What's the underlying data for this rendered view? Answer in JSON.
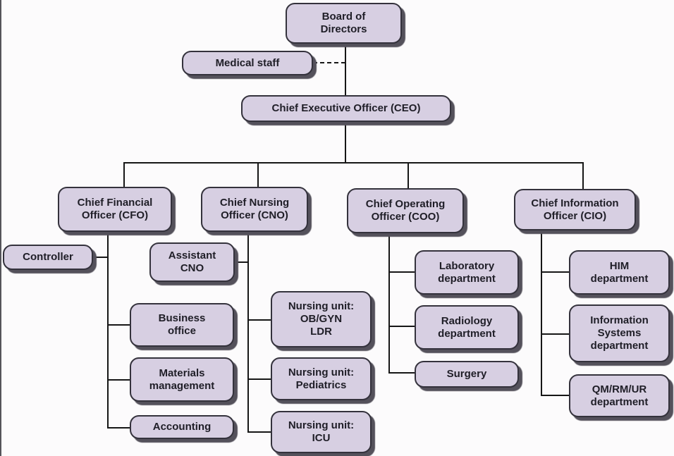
{
  "diagram_type": "organizational-chart",
  "colors": {
    "box_fill": "#d7cfe2",
    "box_border": "#34323c",
    "box_shadow": "#54515b",
    "connector_line": "#161616",
    "text": "#1f1e27",
    "background": "#fcfbfc"
  },
  "nodes": {
    "board": {
      "label": "Board of\nDirectors"
    },
    "medical_staff": {
      "label": "Medical staff"
    },
    "ceo": {
      "label": "Chief Executive Officer (CEO)"
    },
    "cfo": {
      "label": "Chief Financial\nOfficer (CFO)"
    },
    "cno": {
      "label": "Chief Nursing\nOfficer (CNO)"
    },
    "coo": {
      "label": "Chief Operating\nOfficer (COO)"
    },
    "cio": {
      "label": "Chief Information\nOfficer (CIO)"
    },
    "controller": {
      "label": "Controller"
    },
    "assistant_cno": {
      "label": "Assistant\nCNO"
    },
    "business_office": {
      "label": "Business\noffice"
    },
    "materials_management": {
      "label": "Materials\nmanagement"
    },
    "accounting": {
      "label": "Accounting"
    },
    "nursing_obgyn": {
      "label": "Nursing unit:\nOB/GYN\nLDR"
    },
    "nursing_pediatrics": {
      "label": "Nursing unit:\nPediatrics"
    },
    "nursing_icu": {
      "label": "Nursing unit:\nICU"
    },
    "laboratory": {
      "label": "Laboratory\ndepartment"
    },
    "radiology": {
      "label": "Radiology\ndepartment"
    },
    "surgery": {
      "label": "Surgery"
    },
    "him": {
      "label": "HIM\ndepartment"
    },
    "information_systems": {
      "label": "Information\nSystems\ndepartment"
    },
    "qm_rm_ur": {
      "label": "QM/RM/UR\ndepartment"
    }
  },
  "edges": [
    {
      "from": "board",
      "to": "ceo",
      "style": "solid"
    },
    {
      "from": "medical_staff",
      "to": "board-ceo-line",
      "style": "dashed"
    },
    {
      "from": "ceo",
      "to": "cfo",
      "style": "solid"
    },
    {
      "from": "ceo",
      "to": "cno",
      "style": "solid"
    },
    {
      "from": "ceo",
      "to": "coo",
      "style": "solid"
    },
    {
      "from": "ceo",
      "to": "cio",
      "style": "solid"
    },
    {
      "from": "cfo",
      "to": "controller",
      "style": "solid"
    },
    {
      "from": "cfo",
      "to": "business_office",
      "style": "solid"
    },
    {
      "from": "cfo",
      "to": "materials_management",
      "style": "solid"
    },
    {
      "from": "cfo",
      "to": "accounting",
      "style": "solid"
    },
    {
      "from": "cno",
      "to": "assistant_cno",
      "style": "solid"
    },
    {
      "from": "cno",
      "to": "nursing_obgyn",
      "style": "solid"
    },
    {
      "from": "cno",
      "to": "nursing_pediatrics",
      "style": "solid"
    },
    {
      "from": "cno",
      "to": "nursing_icu",
      "style": "solid"
    },
    {
      "from": "coo",
      "to": "laboratory",
      "style": "solid"
    },
    {
      "from": "coo",
      "to": "radiology",
      "style": "solid"
    },
    {
      "from": "coo",
      "to": "surgery",
      "style": "solid"
    },
    {
      "from": "cio",
      "to": "him",
      "style": "solid"
    },
    {
      "from": "cio",
      "to": "information_systems",
      "style": "solid"
    },
    {
      "from": "cio",
      "to": "qm_rm_ur",
      "style": "solid"
    }
  ]
}
